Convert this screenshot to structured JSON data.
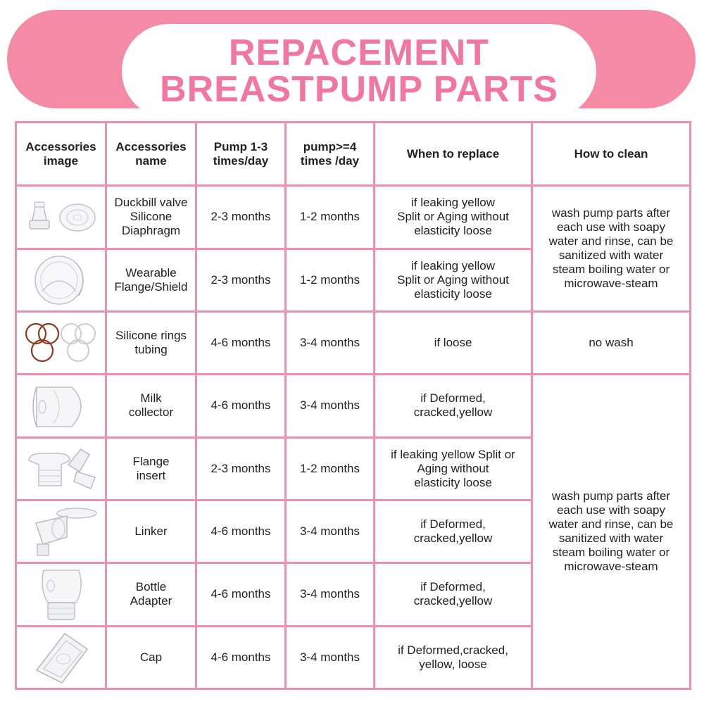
{
  "banner": {
    "line1": "REPACEMENT",
    "line2": "BREASTPUMP PARTS"
  },
  "colors": {
    "pink": "#f58aa5",
    "title_pink": "#f277a0",
    "grid_pink": "#ee8fb0"
  },
  "table": {
    "headers": {
      "image": "Accessories\nimage",
      "name": "Accessories\nname",
      "pump13": "Pump 1-3\ntimes/day",
      "pump4": "pump>=4\ntimes /day",
      "when": "When to replace",
      "clean": "How to clean"
    },
    "rows": [
      {
        "icon": "duckbill-valve-diaphragm-image",
        "name": "Duckbill valve\nSilicone\nDiaphragm",
        "pump13": "2-3 months",
        "pump4": "1-2 months",
        "when": "if leaking yellow\nSplit or Aging without\nelasticity loose"
      },
      {
        "icon": "flange-shield-image",
        "name": "Wearable\nFlange/Shield",
        "pump13": "2-3 months",
        "pump4": "1-2 months",
        "when": "if leaking yellow\nSplit or Aging without\nelasticity loose"
      },
      {
        "icon": "silicone-rings-image",
        "name": "Silicone rings\ntubing",
        "pump13": "4-6 months",
        "pump4": "3-4 months",
        "when": "if loose"
      },
      {
        "icon": "milk-collector-image",
        "name": "Milk\ncollector",
        "pump13": "4-6 months",
        "pump4": "3-4 months",
        "when": "if Deformed,\ncracked,yellow"
      },
      {
        "icon": "flange-insert-image",
        "name": "Flange\ninsert",
        "pump13": "2-3 months",
        "pump4": "1-2 months",
        "when": "if leaking yellow Split or\nAging without\nelasticity loose"
      },
      {
        "icon": "linker-image",
        "name": "Linker",
        "pump13": "4-6 months",
        "pump4": "3-4 months",
        "when": "if Deformed,\ncracked,yellow"
      },
      {
        "icon": "bottle-adapter-image",
        "name": "Bottle\nAdapter",
        "pump13": "4-6 months",
        "pump4": "3-4 months",
        "when": "if Deformed,\ncracked,yellow"
      },
      {
        "icon": "cap-image",
        "name": "Cap",
        "pump13": "4-6 months",
        "pump4": "3-4 months",
        "when": "if Deformed,cracked,\nyellow, loose"
      }
    ],
    "clean": {
      "group1": "wash pump parts after\neach use with soapy\nwater and rinse, can be\nsanitized with water\nsteam boiling water or\nmicrowave-steam",
      "group2": "no wash",
      "group3": "wash pump parts after\neach use with soapy\nwater and rinse, can be\nsanitized with water\nsteam boiling water or\nmicrowave-steam"
    }
  }
}
